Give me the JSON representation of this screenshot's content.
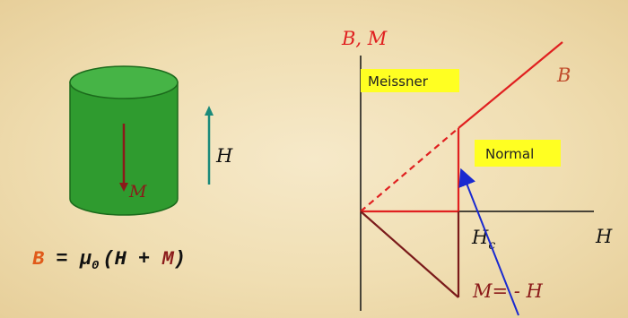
{
  "colors": {
    "cylinder_fill": "#2f9b2f",
    "cylinder_top": "#46b446",
    "magnetization_arrow": "#8b1a1a",
    "field_arrow": "#1a8a7a",
    "curve_B": "#e02020",
    "curve_M": "#7a1a1a",
    "pointer_arrow": "#1a2ad0",
    "label_box": "#ffff22",
    "axis": "#111111"
  },
  "cylinder": {
    "magnetization_label": "M",
    "field_label": "H"
  },
  "equation": {
    "B": "B",
    "eq": " = ",
    "mu": "μ",
    "sub": "0",
    "open": "(H + ",
    "M": "M",
    "close": ")"
  },
  "plot": {
    "y_axis_label": "B, M",
    "x_axis_label": "H",
    "meissner_label": "Meissner",
    "normal_label": "Normal",
    "curve_B_label": "B",
    "hc_label": "H",
    "hc_sub": "c",
    "m_relation_label": "M= - H"
  }
}
